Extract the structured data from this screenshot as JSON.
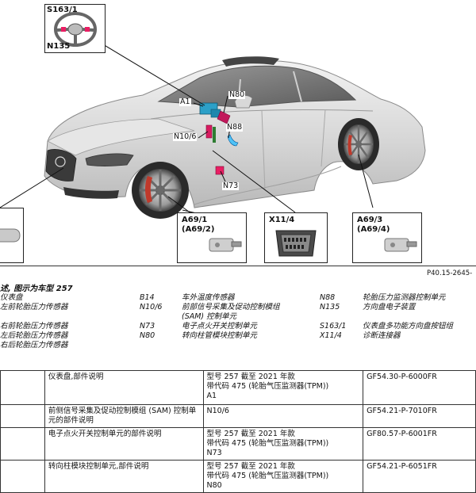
{
  "figure": {
    "callouts": {
      "s163": "S163/1",
      "n135": "N135",
      "a1": "A1",
      "n80": "N80",
      "n88": "N88",
      "n10_6": "N10/6",
      "n73": "N73",
      "a69_1": "A69/1",
      "a69_2": "(A69/2)",
      "x11_4": "X11/4",
      "a69_3": "A69/3",
      "a69_4": "(A69/4)"
    },
    "ref": "P40.15-2645-"
  },
  "legend": {
    "heading": "述, 图示为车型 257",
    "col1": [
      "仪表盘",
      "左前轮胎压力传感器",
      "",
      "右前轮胎压力传感器",
      "左后轮胎压力传感器",
      "右后轮胎压力传感器"
    ],
    "col2_codes": [
      "B14",
      "N10/6",
      "",
      "N73",
      "N80"
    ],
    "col2_desc": [
      "车外温度传感器",
      "前部信号采集及促动控制模组",
      "(SAM) 控制单元",
      "电子点火开关控制单元",
      "转向柱管模块控制单元"
    ],
    "col3_codes": [
      "N88",
      "N135",
      "",
      "S163/1",
      "X11/4"
    ],
    "col3_desc": [
      "轮胎压力监测器控制单元",
      "方向盘电子装置",
      "",
      "仪表盘多功能方向盘按钮组",
      "诊断连接器"
    ]
  },
  "docs": [
    {
      "desc": "仪表盘,部件说明",
      "cond": [
        "型号 257 截至 2021 年款",
        "带代码 475 (轮胎气压监测器(TPM))",
        "A1"
      ],
      "code": "GF54.30-P-6000FR"
    },
    {
      "desc": "前侧信号采集及促动控制模组 (SAM) 控制单元的部件说明",
      "cond": [
        "N10/6"
      ],
      "code": "GF54.21-P-7010FR"
    },
    {
      "desc": "电子点火开关控制单元的部件说明",
      "cond": [
        "型号 257 截至 2021 年款",
        "带代码 475 (轮胎气压监测器(TPM))",
        "N73"
      ],
      "code": "GF80.57-P-6001FR"
    },
    {
      "desc": "转向柱模块控制单元,部件说明",
      "cond": [
        "型号 257 截至 2021 年款",
        "带代码 475 (轮胎气压监测器(TPM))",
        "N80"
      ],
      "code": "GF54.21-P-6051FR"
    }
  ]
}
